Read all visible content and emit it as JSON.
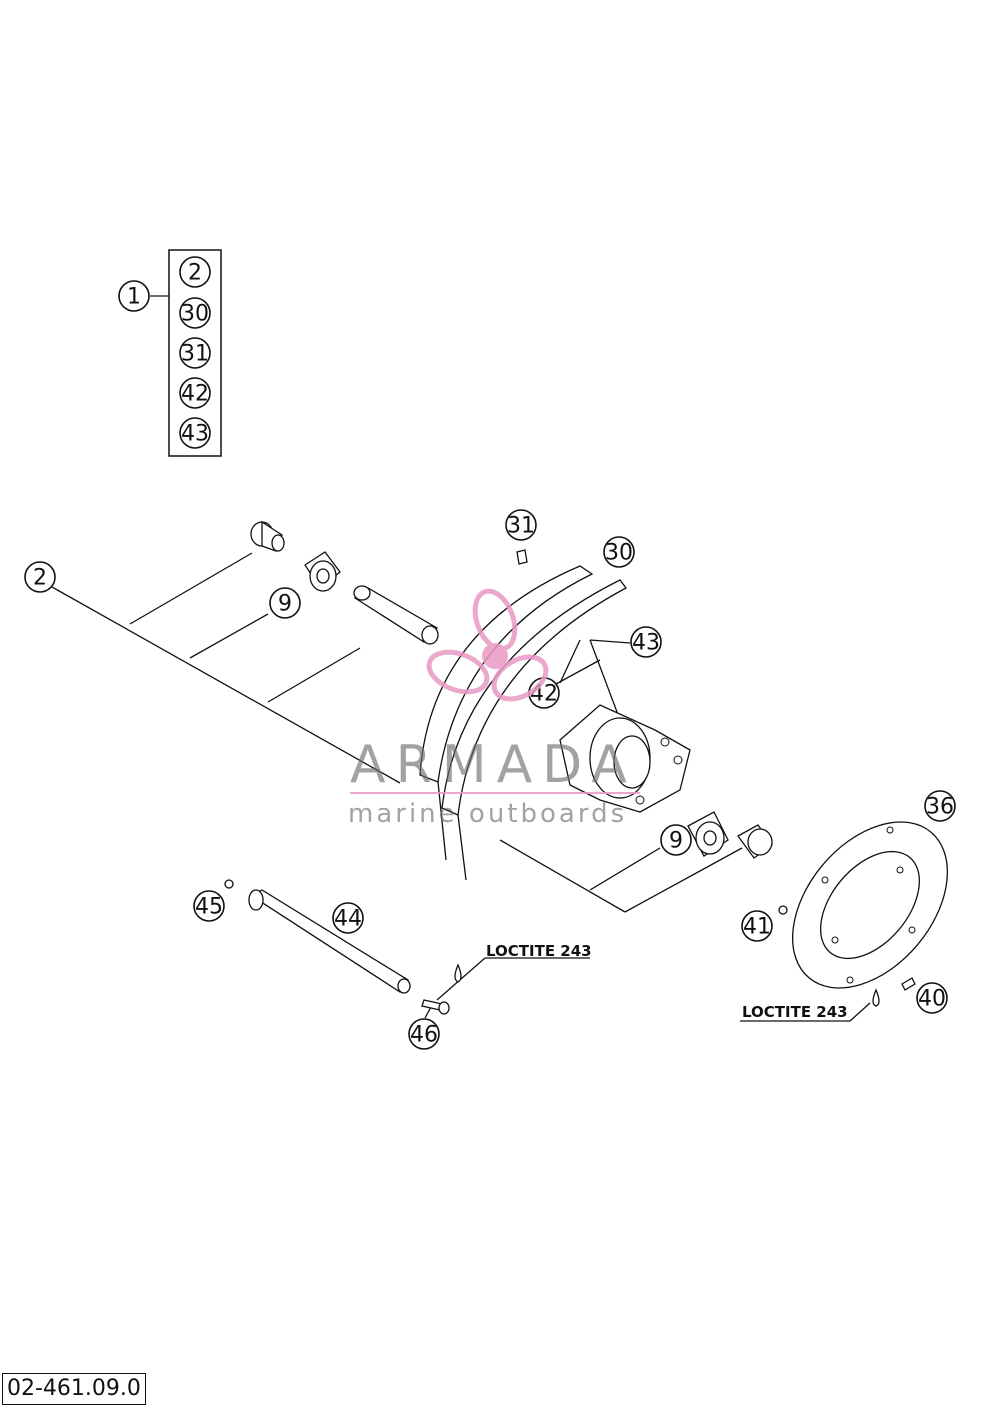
{
  "diagram": {
    "callouts": {
      "group_main": "1",
      "group_items": [
        "2",
        "30",
        "31",
        "42",
        "43"
      ],
      "p2": "2",
      "p9a": "9",
      "p9b": "9",
      "p31": "31",
      "p30": "30",
      "p43": "43",
      "p42": "42",
      "p36": "36",
      "p41": "41",
      "p40": "40",
      "p45": "45",
      "p44": "44",
      "p46": "46"
    },
    "notes": {
      "loctite_left": "LOCTITE 243",
      "loctite_right": "LOCTITE 243"
    },
    "drawing_code": "02-461.09.0"
  },
  "watermark": {
    "brand": "ARMADA",
    "tagline": "marine outboards",
    "color": "#e89ac4"
  }
}
